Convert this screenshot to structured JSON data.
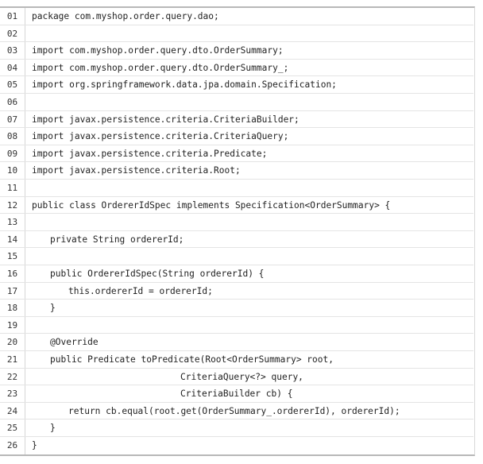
{
  "code": {
    "lines": [
      {
        "num": "01",
        "text": "package com.myshop.order.query.dao;",
        "indent": 0
      },
      {
        "num": "02",
        "text": "",
        "indent": 0
      },
      {
        "num": "03",
        "text": "import com.myshop.order.query.dto.OrderSummary;",
        "indent": 0
      },
      {
        "num": "04",
        "text": "import com.myshop.order.query.dto.OrderSummary_;",
        "indent": 0
      },
      {
        "num": "05",
        "text": "import org.springframework.data.jpa.domain.Specification;",
        "indent": 0
      },
      {
        "num": "06",
        "text": "",
        "indent": 0
      },
      {
        "num": "07",
        "text": "import javax.persistence.criteria.CriteriaBuilder;",
        "indent": 0
      },
      {
        "num": "08",
        "text": "import javax.persistence.criteria.CriteriaQuery;",
        "indent": 0
      },
      {
        "num": "09",
        "text": "import javax.persistence.criteria.Predicate;",
        "indent": 0
      },
      {
        "num": "10",
        "text": "import javax.persistence.criteria.Root;",
        "indent": 0
      },
      {
        "num": "11",
        "text": "",
        "indent": 0
      },
      {
        "num": "12",
        "text": "public class OrdererIdSpec implements Specification<OrderSummary> {",
        "indent": 0
      },
      {
        "num": "13",
        "text": "",
        "indent": 0
      },
      {
        "num": "14",
        "text": "private String ordererId;",
        "indent": 1
      },
      {
        "num": "15",
        "text": "",
        "indent": 0
      },
      {
        "num": "16",
        "text": "public OrdererIdSpec(String ordererId) {",
        "indent": 1
      },
      {
        "num": "17",
        "text": "this.ordererId = ordererId;",
        "indent": 2
      },
      {
        "num": "18",
        "text": "}",
        "indent": 1
      },
      {
        "num": "19",
        "text": "",
        "indent": 0
      },
      {
        "num": "20",
        "text": "@Override",
        "indent": 1
      },
      {
        "num": "21",
        "text": "public Predicate toPredicate(Root<OrderSummary> root,",
        "indent": 1
      },
      {
        "num": "22",
        "text": "CriteriaQuery<?> query,",
        "indent": 8
      },
      {
        "num": "23",
        "text": "CriteriaBuilder cb) {",
        "indent": 8
      },
      {
        "num": "24",
        "text": "return cb.equal(root.get(OrderSummary_.ordererId), ordererId);",
        "indent": 2
      },
      {
        "num": "25",
        "text": "}",
        "indent": 1
      },
      {
        "num": "26",
        "text": "}",
        "indent": 0
      }
    ]
  }
}
